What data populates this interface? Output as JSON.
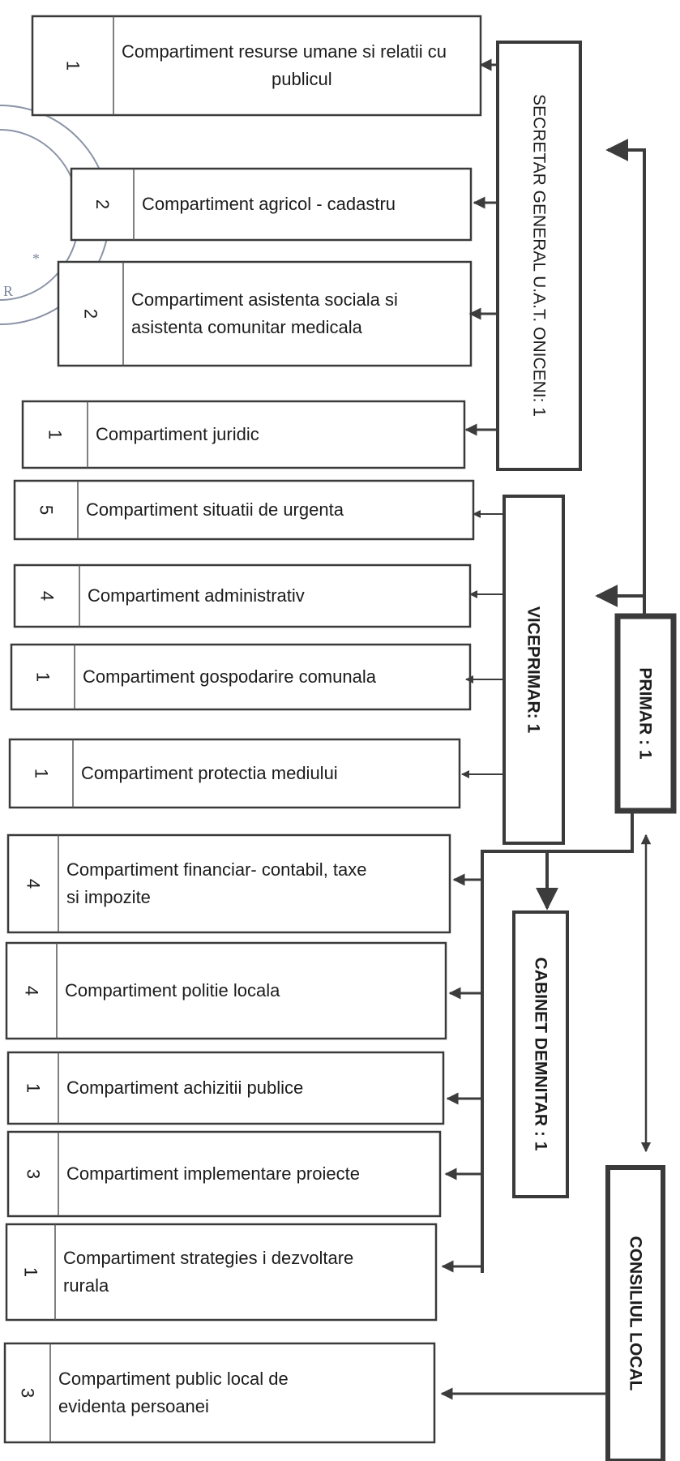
{
  "managers": {
    "secretar": "SECRETAR GENERAL U.A.T. ONICENI: 1",
    "viceprimar": "VICEPRIMAR: 1",
    "primar": "PRIMAR : 1",
    "cabinet": "CABINET DEMNITAR : 1",
    "consiliu": "CONSILIUL LOCAL"
  },
  "departments": [
    {
      "count": "1",
      "lines": [
        "Compartiment  resurse umane si relatii cu",
        "publicul"
      ]
    },
    {
      "count": "2",
      "lines": [
        "Compartiment agricol - cadastru"
      ]
    },
    {
      "count": "2",
      "lines": [
        "Compartiment asistenta sociala si",
        "asistenta comunitar  medicala"
      ]
    },
    {
      "count": "1",
      "lines": [
        "Compartiment    juridic"
      ]
    },
    {
      "count": "5",
      "lines": [
        "Compartiment  situatii de urgenta"
      ]
    },
    {
      "count": "4",
      "lines": [
        "Compartiment  administrativ"
      ]
    },
    {
      "count": "1",
      "lines": [
        "Compartiment gospodarire comunala"
      ]
    },
    {
      "count": "1",
      "lines": [
        "Compartiment  protectia mediului"
      ]
    },
    {
      "count": "4",
      "lines": [
        "Compartiment financiar- contabil, taxe",
        "si impozite"
      ]
    },
    {
      "count": "4",
      "lines": [
        "Compartiment politie locala"
      ]
    },
    {
      "count": "1",
      "lines": [
        "Compartiment achizitii publice"
      ]
    },
    {
      "count": "3",
      "lines": [
        "Compartiment implementare proiecte"
      ]
    },
    {
      "count": "1",
      "lines": [
        "Compartiment  strategies i dezvoltare",
        "rurala"
      ]
    },
    {
      "count": "3",
      "lines": [
        "Compartiment  public local de",
        "evidenta persoanei"
      ]
    }
  ],
  "stamp": {
    "partial_text": "R",
    "star": "*"
  }
}
